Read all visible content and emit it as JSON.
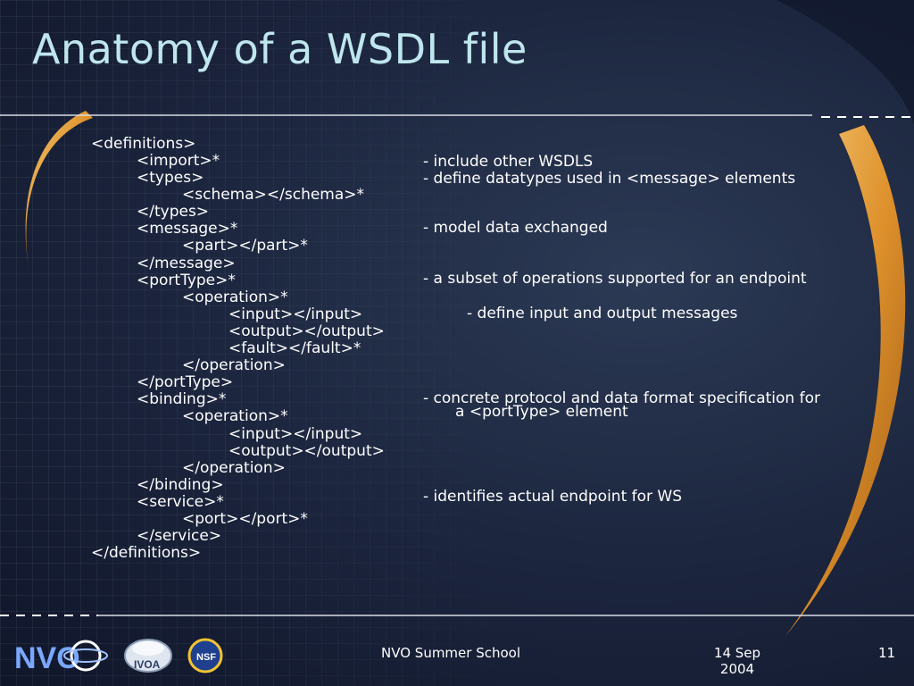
{
  "slide": {
    "title": "Anatomy of a WSDL file",
    "code_lines": [
      "<definitions>",
      "<import>*",
      "<types>",
      "<schema></schema>*",
      "</types>",
      "<message>*",
      "<part></part>*",
      "</message>",
      "<portType>*",
      "<operation>*",
      "<input></input>",
      "<output></output>",
      "<fault></fault>*",
      "</operation>",
      "</portType>",
      "<binding>*",
      "<operation>*",
      "<input></input>",
      "<output></output>",
      "</operation>",
      "</binding>",
      "<service>*",
      "<port></port>*",
      "</service>",
      "</definitions>"
    ],
    "notes": [
      "- include other WSDLS",
      "- define datatypes used in <message> elements",
      "- model data exchanged",
      "- a subset of operations supported for an endpoint",
      "- define input and output messages",
      "- concrete protocol and data format specification for",
      "a <portType> element",
      "- identifies actual endpoint for WS"
    ]
  },
  "footer": {
    "center": "NVO Summer School",
    "date_line1": "14 Sep",
    "date_line2": "2004",
    "page_number": "11"
  },
  "logos": [
    "NVO",
    "IVOA",
    "NSF"
  ],
  "colors": {
    "title": "#bfe6ee",
    "accent_orange": "#f0a832",
    "background": "#1d2740"
  }
}
